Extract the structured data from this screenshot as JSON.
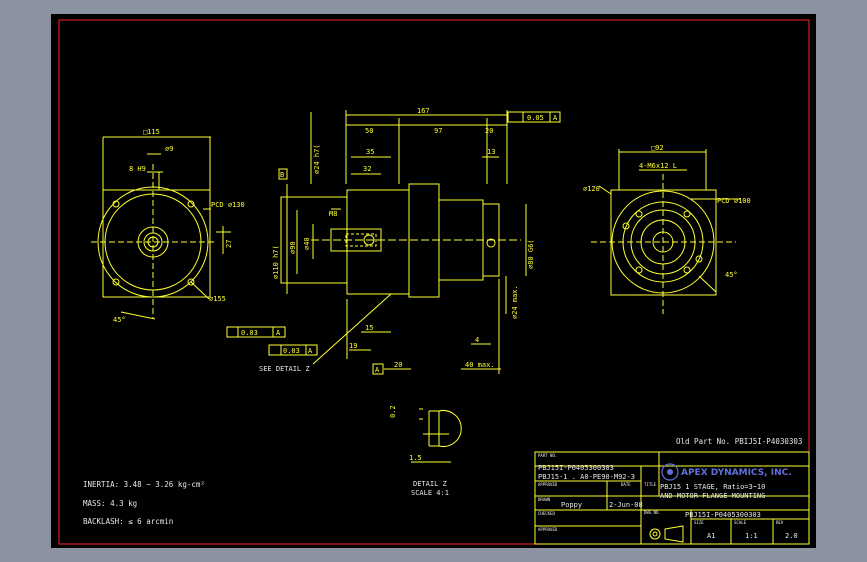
{
  "dimensions": {
    "main_length": "167",
    "seg_50": "50",
    "seg_97": "97",
    "seg_20": "20",
    "shaft_dia": "⌀24 h7(",
    "runout_left": "0.05",
    "datum_a": "A",
    "datum_b": "B",
    "d35": "35",
    "d32": "32",
    "d13": "13",
    "m8": "M8",
    "d110": "⌀110 h7(",
    "d90": "⌀90",
    "d40": "⌀40",
    "d80": "⌀80 G6(",
    "d24max": "⌀24 max.",
    "d15": "15",
    "d19": "19",
    "d20": "20",
    "d4": "4",
    "d40max": "40 max.",
    "sq115": "□115",
    "d9": "⌀9",
    "b_h9": "8 H9",
    "pcd130": "PCD ⌀130",
    "d27": "27",
    "d155": "⌀155",
    "deg45_left": "45°",
    "sq92": "□92",
    "m6": "4-M6x12 L",
    "d120": "⌀120",
    "pcd100": "PCD ⌀100",
    "deg45_right": "45°",
    "flatness1": "0.03",
    "flatness2": "0.03",
    "detail_02": "0.2",
    "detail_15": "1.5",
    "see_detail": "SEE DETAIL Z",
    "detail_title": "DETAIL Z",
    "detail_scale": "SCALE 4:1"
  },
  "notes": {
    "old_part": "Old Part No. PBIJ5I-P4030303",
    "inertia": "INERTIA:  3.48 ~ 3.26 kg-cm²",
    "mass": "MASS: 4.3 kg",
    "backlash": "BACKLASH: ≤ 6 arcmin"
  },
  "title_block": {
    "part_no_label": "PART NO.",
    "part_no_1": "PBJ15I-P0405300303",
    "part_no_2": "PBJ15-1 . A0-PE90-M92-3",
    "approved_label": "APPROVED",
    "date_label": "DATE",
    "title_label": "TITLE",
    "company": "APEX DYNAMICS, INC.",
    "title_1": "PBJ15 1 STAGE, Ratio=3~10",
    "title_2": "AND MOTOR FLANGE MOUNTING",
    "drawn_label": "DRAWN",
    "drawn_by": "Poppy",
    "drawn_date": "2-Jun-08",
    "dwg_no_label": "DWG NO.",
    "dwg_no": "PBJ15I-P0405300303",
    "checked_label": "CHECKED",
    "approved2_label": "APPROVED",
    "size_label": "SIZE",
    "size": "A1",
    "scale_label": "SCALE",
    "scale": "1:1",
    "rev_label": "REV",
    "rev": "2.0"
  },
  "colors": {
    "background": "#000000",
    "frame": "#ff2222",
    "geometry": "#ffff33",
    "dimension": "#ffff33",
    "text": "#e8e8e8",
    "brand": "#5f6fd9"
  }
}
